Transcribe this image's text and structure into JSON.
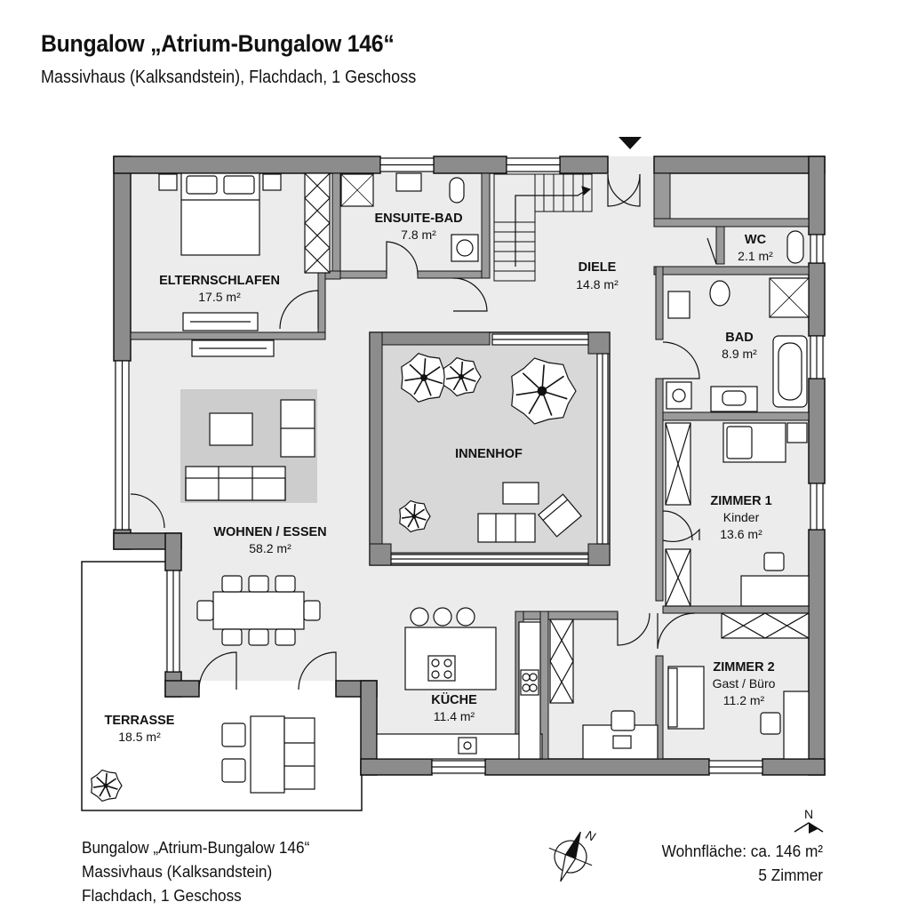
{
  "header": {
    "title": "Bungalow „Atrium-Bungalow 146“",
    "subtitle": "Massivhaus (Kalksandstein), Flachdach, 1 Geschoss"
  },
  "rooms": {
    "elternschlafen": {
      "name": "ELTERNSCHLAFEN",
      "area": "17.5 m²"
    },
    "ensuite": {
      "name": "ENSUITE-BAD",
      "area": "7.8 m²"
    },
    "diele": {
      "name": "DIELE",
      "area": "14.8 m²"
    },
    "wc": {
      "name": "WC",
      "area": "2.1 m²"
    },
    "bad": {
      "name": "BAD",
      "area": "8.9 m²"
    },
    "innenhof": {
      "name": "INNENHOF"
    },
    "wohnen": {
      "name": "WOHNEN / ESSEN",
      "area": "58.2 m²"
    },
    "zimmer1": {
      "name": "ZIMMER 1",
      "sub": "Kinder",
      "area": "13.6 m²"
    },
    "kueche": {
      "name": "KÜCHE",
      "area": "11.4 m²"
    },
    "zimmer2": {
      "name": "ZIMMER 2",
      "sub": "Gast / Büro",
      "area": "11.2 m²"
    },
    "terrasse": {
      "name": "TERRASSE",
      "area": "18.5 m²"
    }
  },
  "footer": {
    "line1": "Bungalow „Atrium-Bungalow 146“",
    "line2": "Massivhaus (Kalksandstein)",
    "line3": "Flachdach,  1 Geschoss",
    "wohnflaeche": "Wohnfläche: ca. 146 m²",
    "zimmer": "5 Zimmer"
  },
  "compass": {
    "north_label": "N"
  },
  "colors": {
    "wall": "#8c8c8c",
    "floor": "#ececec",
    "courtyard": "#d8d8d8",
    "line": "#111111"
  }
}
